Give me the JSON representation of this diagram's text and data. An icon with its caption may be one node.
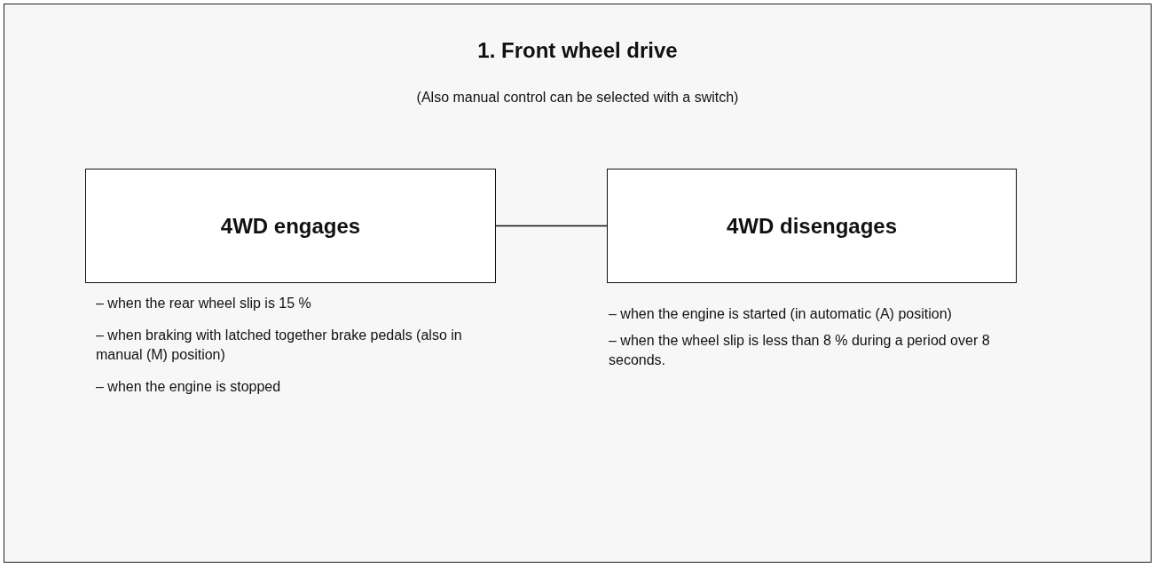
{
  "diagram": {
    "nodes": [
      {
        "text": [
          "1. Front wheel drive",
          "(Also manual control can be selected with a switch)"
        ]
      },
      {
        "text": [
          "4WD engages"
        ],
        "in": 0,
        "beside": [
          "– when the rear wheel slip is 15 %",
          "– when braking with latched together brake pedals (also in manual (M) position)",
          "– when the engine is stopped"
        ]
      },
      {
        "text": [
          "4WD disengages"
        ],
        "in": 0,
        "beside": [
          "– when the engine is started (in automatic (A) position)",
          "– when the wheel slip is less than 8 % during a period over 8 seconds."
        ]
      }
    ],
    "edges": [
      {
        "from": 1,
        "to": 2,
        "arrow": "none"
      }
    ]
  }
}
